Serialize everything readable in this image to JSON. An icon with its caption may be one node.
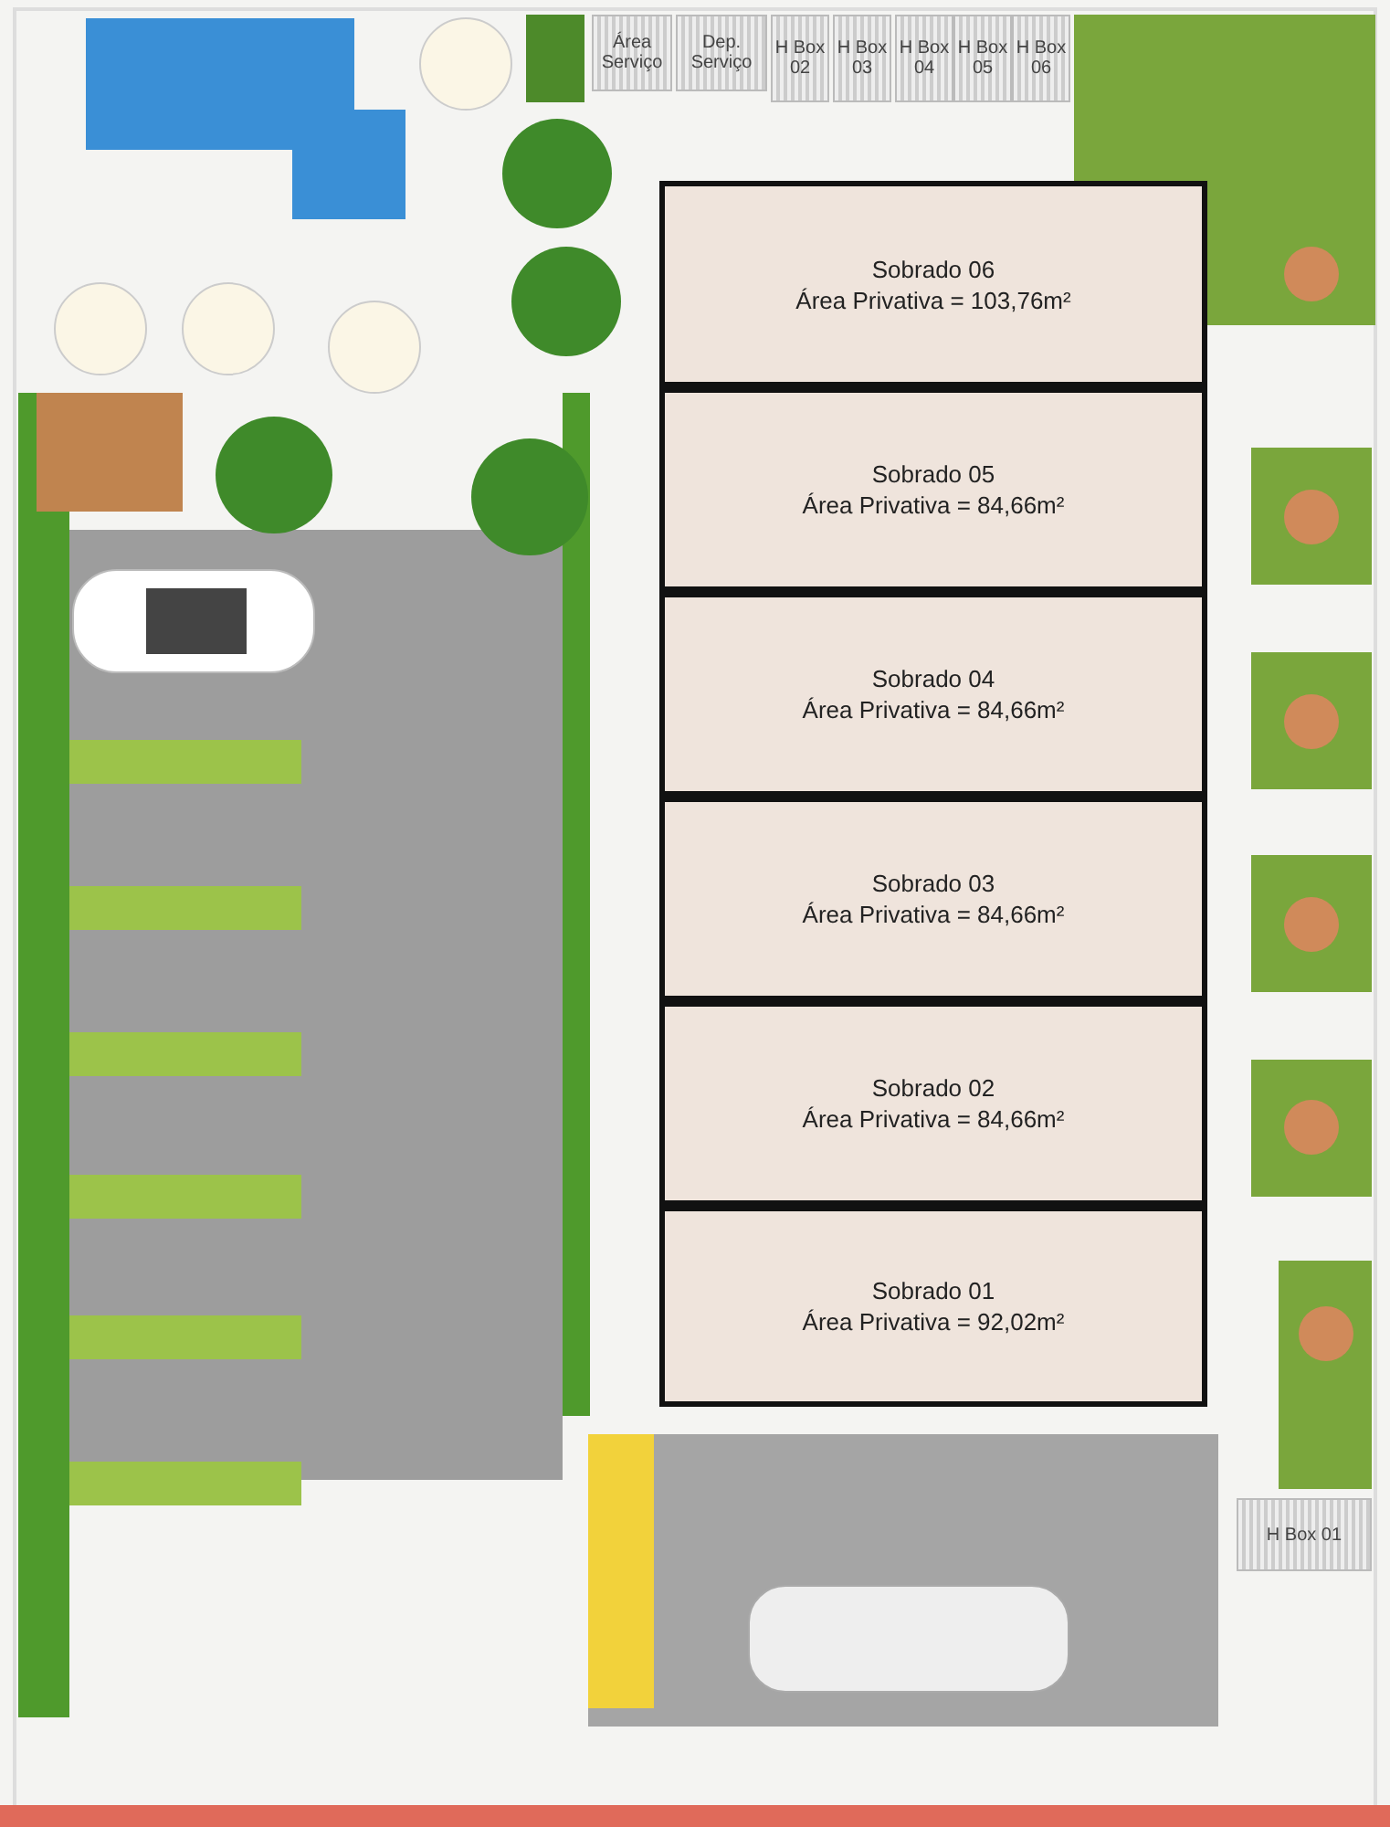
{
  "diagram": {
    "nodes": [
      {
        "text": [
          "Área Serviço"
        ]
      },
      {
        "text": [
          "Dep. Serviço"
        ]
      },
      {
        "text": [
          "H Box 02"
        ]
      },
      {
        "text": [
          "H Box 03"
        ]
      },
      {
        "text": [
          "H Box 04"
        ]
      },
      {
        "text": [
          "H Box 05"
        ]
      },
      {
        "text": [
          "H Box 06"
        ]
      },
      {
        "text": [
          "Sobrado 06",
          "Área Privativa = 103,76m²"
        ]
      },
      {
        "text": [
          "Sobrado 05",
          "Área Privativa = 84,66m²"
        ]
      },
      {
        "text": [
          "Sobrado 04",
          "Área Privativa = 84,66m²"
        ]
      },
      {
        "text": [
          "Sobrado 03",
          "Área Privativa = 84,66m²"
        ]
      },
      {
        "text": [
          "Sobrado 02",
          "Área Privativa = 84,66m²"
        ]
      },
      {
        "text": [
          "Sobrado 01",
          "Área Privativa = 92,02m²"
        ]
      },
      {
        "text": [
          "H Box 01"
        ]
      }
    ]
  }
}
